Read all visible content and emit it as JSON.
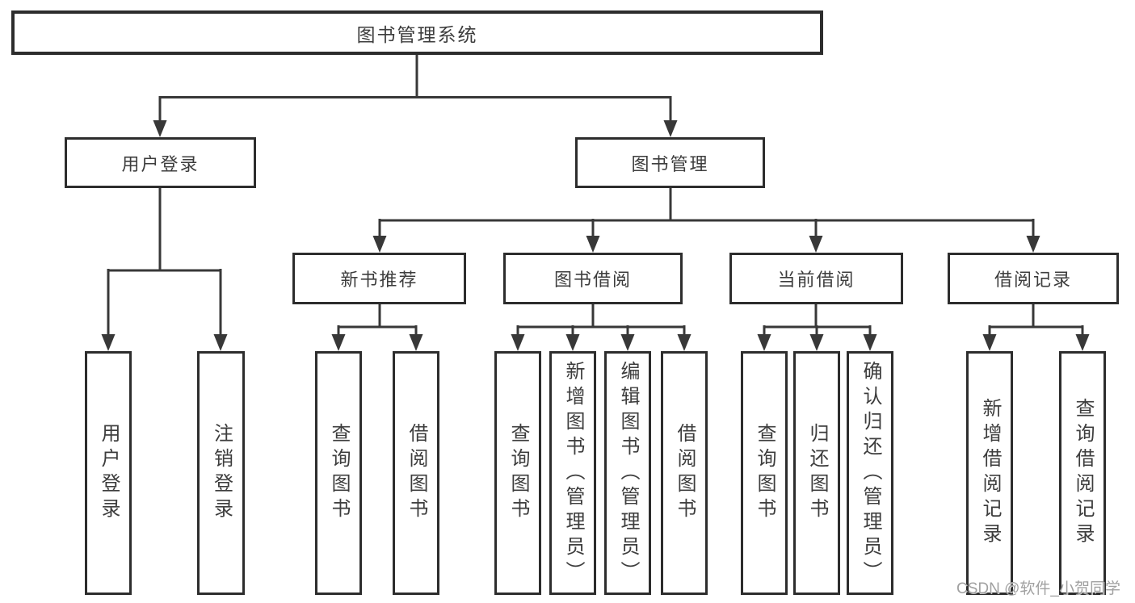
{
  "nodes": {
    "root": {
      "label": "图书管理系统"
    },
    "user_login": {
      "label": "用户登录"
    },
    "book_mgmt": {
      "label": "图书管理"
    },
    "new_book_rec": {
      "label": "新书推荐"
    },
    "book_borrow": {
      "label": "图书借阅"
    },
    "current_borrow": {
      "label": "当前借阅"
    },
    "borrow_records": {
      "label": "借阅记录"
    },
    "login_user_login": {
      "label": "用户登录"
    },
    "login_logout": {
      "label": "注销登录"
    },
    "rec_query_books": {
      "label": "查询图书"
    },
    "rec_borrow_books": {
      "label": "借阅图书"
    },
    "borrow_query_books": {
      "label": "查询图书"
    },
    "borrow_add_books": {
      "label": "新增图书（管理员）"
    },
    "borrow_edit_books": {
      "label": "编辑图书（管理员）"
    },
    "borrow_borrow_books": {
      "label": "借阅图书"
    },
    "current_query_books": {
      "label": "查询图书"
    },
    "current_return_books": {
      "label": "归还图书"
    },
    "current_confirm_return": {
      "label": "确认归还（管理员）"
    },
    "records_add_record": {
      "label": "新增借阅记录"
    },
    "records_query_record": {
      "label": "查询借阅记录"
    }
  },
  "watermark": {
    "text": "CSDN @软件_小贺同学"
  },
  "colors": {
    "line": "#383838",
    "text": "#3d3d3d",
    "watermark": "#a0a0a0",
    "background": "#ffffff"
  }
}
